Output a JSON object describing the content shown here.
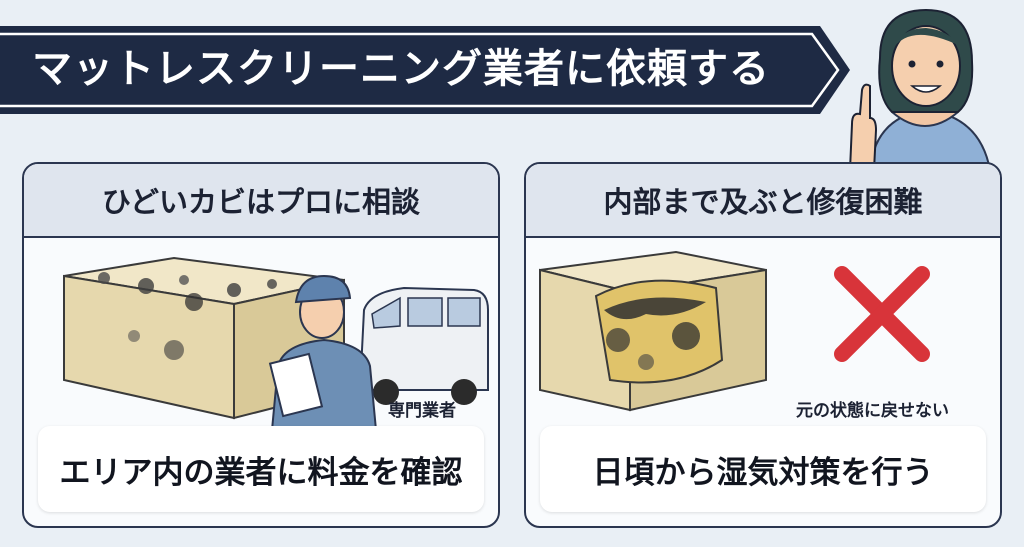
{
  "title": "マットレスクリーニング業者に依頼する",
  "panels": [
    {
      "heading": "ひどいカビはプロに相談",
      "caption": "専門業者",
      "action": "エリア内の業者に料金を確認"
    },
    {
      "heading": "内部まで及ぶと修復困難",
      "caption": "元の状態に戻せない",
      "action": "日頃から湿気対策を行う"
    }
  ],
  "colors": {
    "banner": "#1e2a44",
    "panel_border": "#2b3650",
    "panel_header": "#dfe5ee",
    "cross": "#d8343a",
    "background": "#e9eff5"
  },
  "icons": [
    "mattress-mold-icon",
    "cleaner-worker-icon",
    "van-icon",
    "damaged-mattress-icon",
    "cross-mark-icon",
    "presenter-woman-icon"
  ]
}
